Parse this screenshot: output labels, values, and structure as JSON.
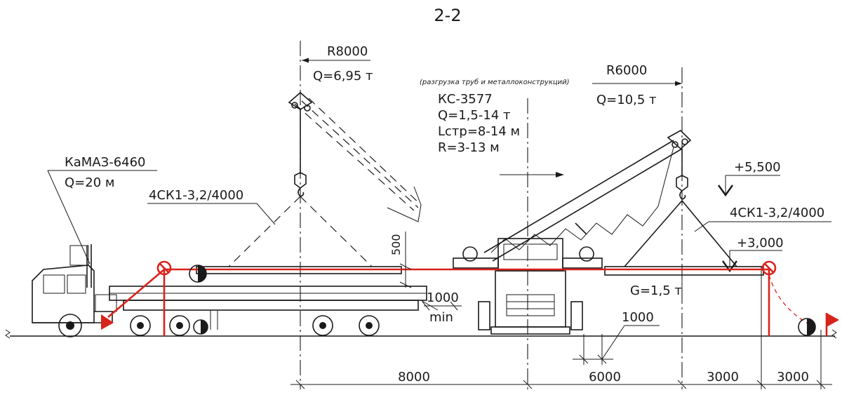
{
  "section_label": "2-2",
  "left_crane_position": {
    "radius": "R8000",
    "capacity": "Q=6,95 т"
  },
  "right_crane_position": {
    "radius": "R6000",
    "capacity": "Q=10,5 т"
  },
  "operation_note": "(разгрузка труб и металлоконструкций)",
  "crane_specs": {
    "model": "КС-3577",
    "capacity_range": "Q=1,5-14 т",
    "boom_length": "Lстр=8-14 м",
    "reach": "R=3-13 м"
  },
  "truck": {
    "model": "КаМАЗ-6460",
    "capacity": "Q=20 м"
  },
  "sling_left": "4СК1-3,2/4000",
  "sling_right": "4СК1-3,2/4000",
  "elevation_high": "+5,500",
  "elevation_low": "+3,000",
  "load_weight": "G=1,5 т",
  "dim_vertical_500": "500",
  "dim_clearance": "1000",
  "dim_clearance_note": "min",
  "dim_outrigger": "1000",
  "bottom_dimensions": [
    "8000",
    "6000",
    "3000",
    "3000"
  ]
}
